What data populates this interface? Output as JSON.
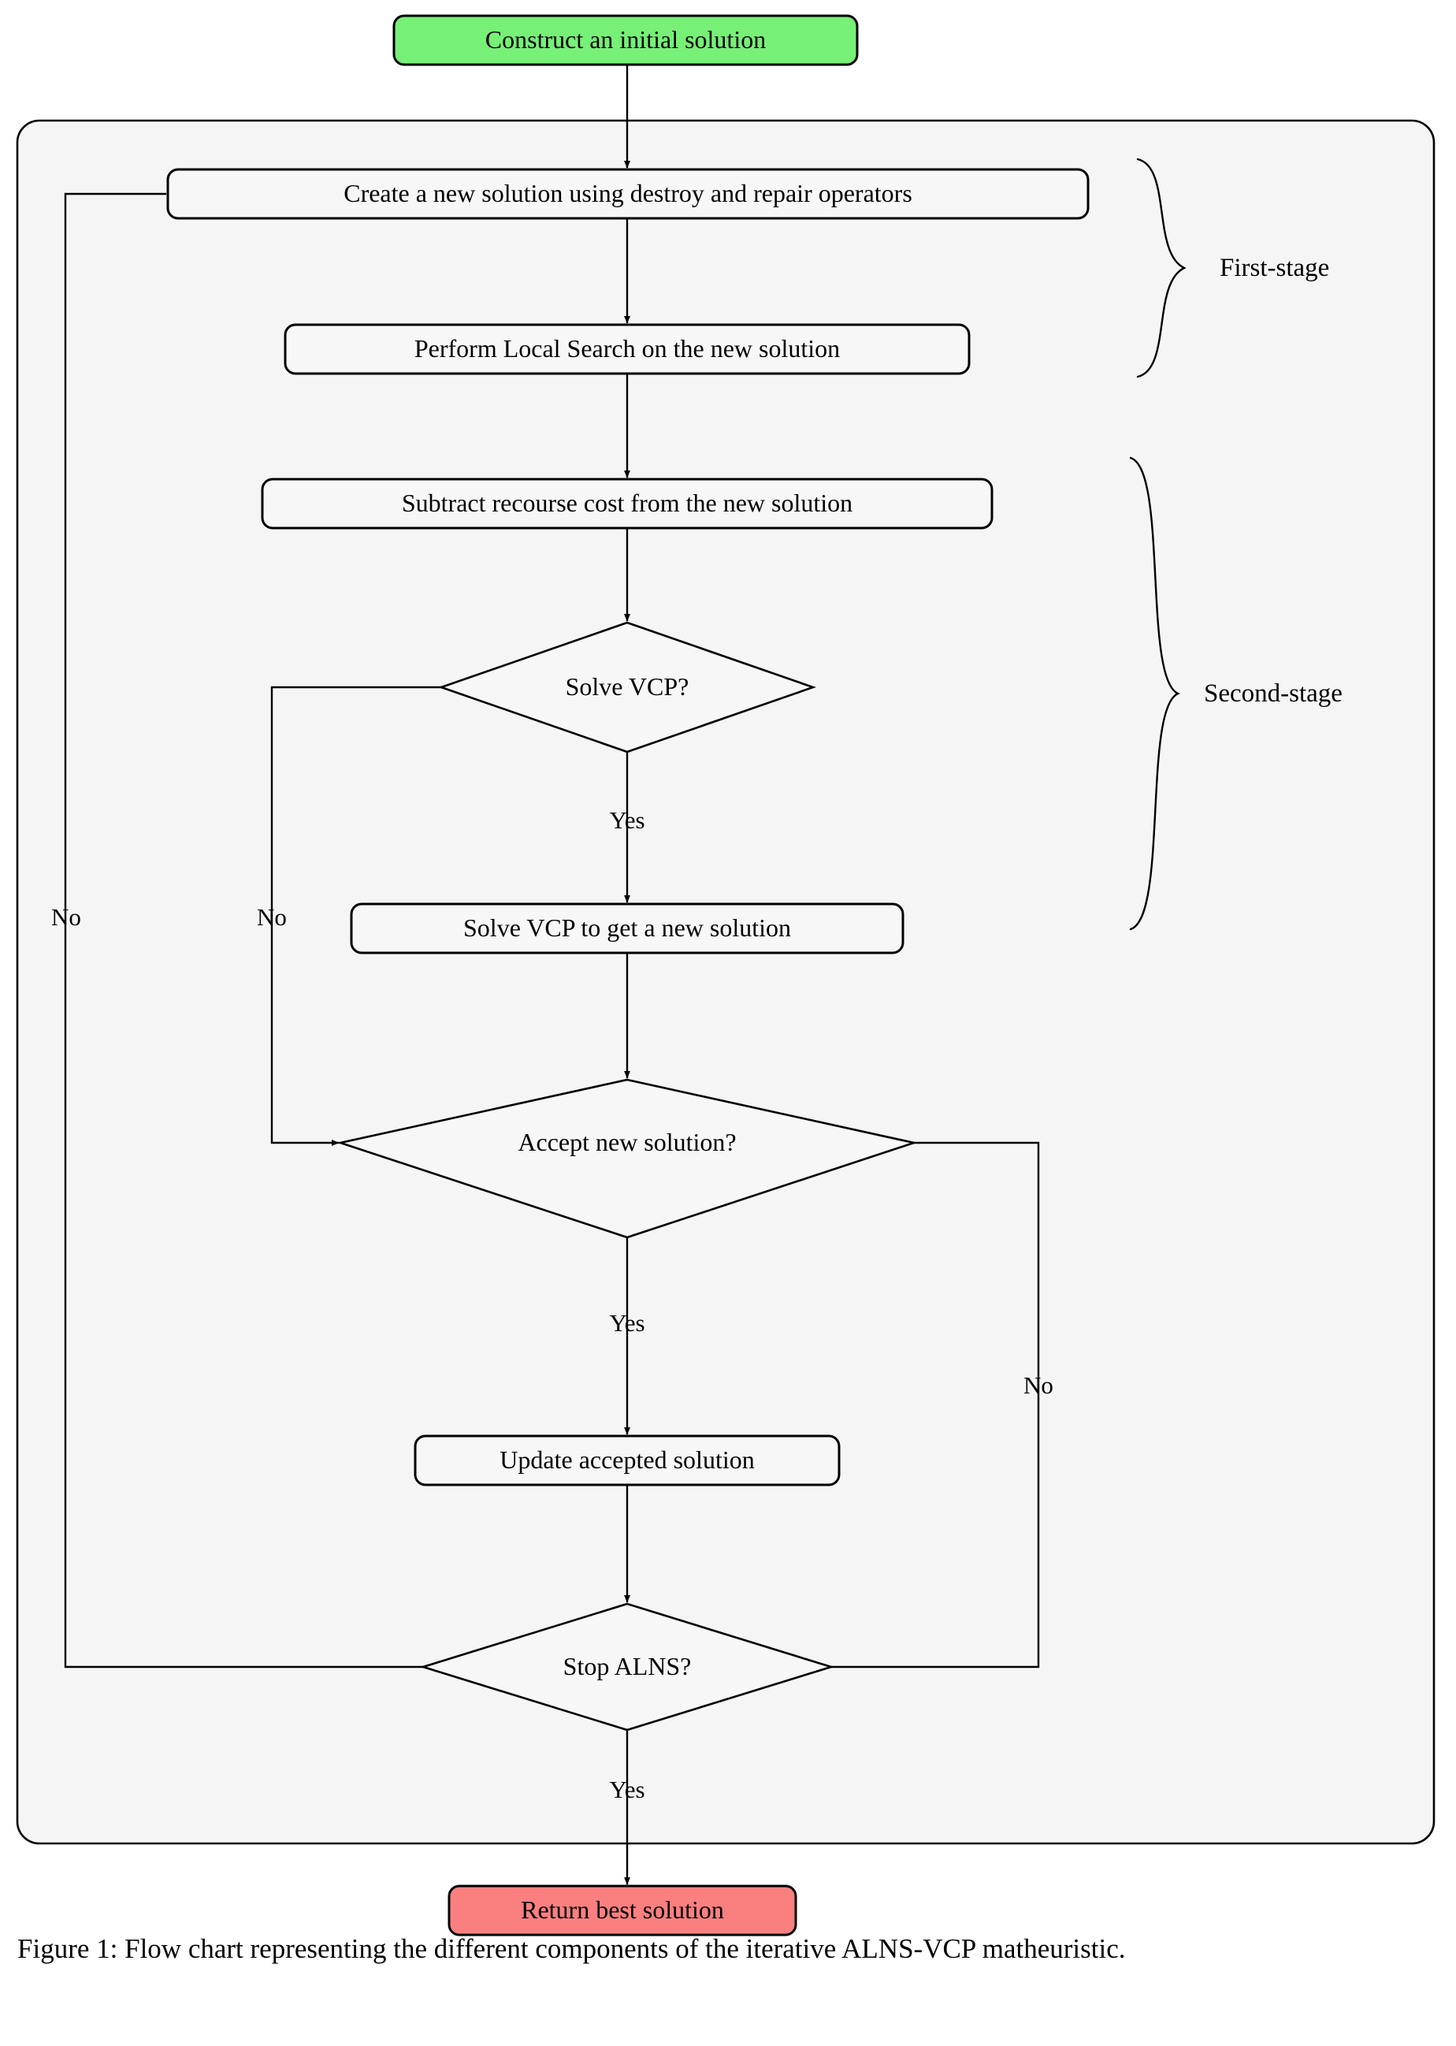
{
  "figure": {
    "caption": "Figure 1: Flow chart representing the different components of the iterative ALNS-VCP matheuristic."
  },
  "colors": {
    "start_fill": "#77f077",
    "end_fill": "#fa8080",
    "panel_fill": "#f5f5f5",
    "node_fill": "#f7f7f7",
    "stroke": "#000000",
    "page_bg": "#ffffff"
  },
  "chart_data": {
    "type": "diagram",
    "title": "ALNS-VCP matheuristic flow chart",
    "nodes": [
      {
        "id": "start",
        "shape": "rounded-rect",
        "label": "Construct an initial solution",
        "fill": "#77f077"
      },
      {
        "id": "create",
        "shape": "rounded-rect",
        "label": "Create a new solution using destroy and repair operators",
        "fill": "#f7f7f7"
      },
      {
        "id": "localsearch",
        "shape": "rounded-rect",
        "label": "Perform Local Search on the new solution",
        "fill": "#f7f7f7"
      },
      {
        "id": "subtract",
        "shape": "rounded-rect",
        "label": "Subtract recourse cost from the new solution",
        "fill": "#f7f7f7"
      },
      {
        "id": "solvevcp",
        "shape": "diamond",
        "label": "Solve VCP?",
        "fill": "#f7f7f7"
      },
      {
        "id": "solvevcpbox",
        "shape": "rounded-rect",
        "label": "Solve VCP to get a new solution",
        "fill": "#f7f7f7"
      },
      {
        "id": "accept",
        "shape": "diamond",
        "label": "Accept new solution?",
        "fill": "#f7f7f7"
      },
      {
        "id": "update",
        "shape": "rounded-rect",
        "label": "Update accepted solution",
        "fill": "#f7f7f7"
      },
      {
        "id": "stopalns",
        "shape": "diamond",
        "label": "Stop ALNS?",
        "fill": "#f7f7f7"
      },
      {
        "id": "end",
        "shape": "rounded-rect",
        "label": "Return best solution",
        "fill": "#fa8080"
      }
    ],
    "edges": [
      {
        "from": "start",
        "to": "create",
        "label": ""
      },
      {
        "from": "create",
        "to": "localsearch",
        "label": ""
      },
      {
        "from": "localsearch",
        "to": "subtract",
        "label": ""
      },
      {
        "from": "subtract",
        "to": "solvevcp",
        "label": ""
      },
      {
        "from": "solvevcp",
        "to": "solvevcpbox",
        "label": "Yes"
      },
      {
        "from": "solvevcp",
        "to": "accept",
        "label": "No"
      },
      {
        "from": "solvevcpbox",
        "to": "accept",
        "label": ""
      },
      {
        "from": "accept",
        "to": "update",
        "label": "Yes"
      },
      {
        "from": "accept",
        "to": "stopalns",
        "label": "No"
      },
      {
        "from": "update",
        "to": "stopalns",
        "label": ""
      },
      {
        "from": "stopalns",
        "to": "create",
        "label": "No"
      },
      {
        "from": "stopalns",
        "to": "end",
        "label": "Yes"
      }
    ],
    "groups": [
      {
        "id": "first-stage",
        "label": "First-stage",
        "members": [
          "create",
          "localsearch"
        ]
      },
      {
        "id": "second-stage",
        "label": "Second-stage",
        "members": [
          "subtract",
          "solvevcp",
          "solvevcpbox"
        ]
      }
    ],
    "edge_labels": {
      "solvevcp_no": "No",
      "solvevcp_yes": "Yes",
      "accept_no": "No",
      "accept_yes": "Yes",
      "stopalns_no": "No",
      "stopalns_yes": "Yes"
    }
  }
}
